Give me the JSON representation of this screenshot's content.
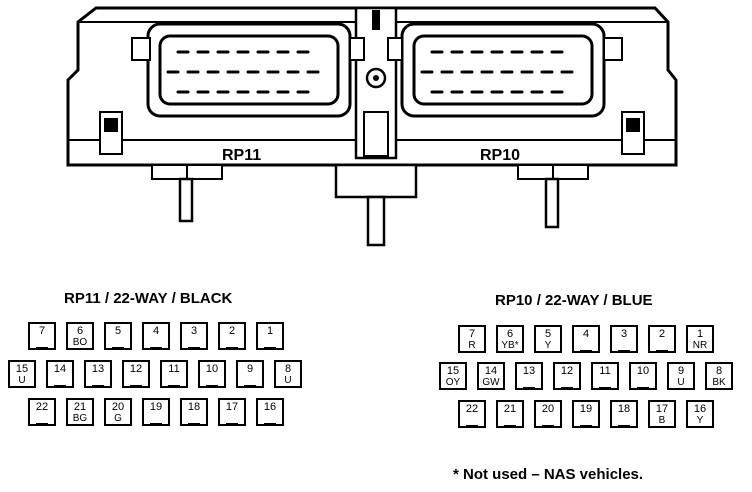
{
  "ecu": {
    "left_label": "RP11",
    "right_label": "RP10"
  },
  "connectors": [
    {
      "id": "rp11",
      "title": "RP11 / 22-WAY / BLACK",
      "rows": [
        [
          {
            "pin": "7",
            "code": ""
          },
          {
            "pin": "6",
            "code": "BO"
          },
          {
            "pin": "5",
            "code": ""
          },
          {
            "pin": "4",
            "code": ""
          },
          {
            "pin": "3",
            "code": ""
          },
          {
            "pin": "2",
            "code": ""
          },
          {
            "pin": "1",
            "code": ""
          }
        ],
        [
          {
            "pin": "15",
            "code": "U"
          },
          {
            "pin": "14",
            "code": ""
          },
          {
            "pin": "13",
            "code": ""
          },
          {
            "pin": "12",
            "code": ""
          },
          {
            "pin": "11",
            "code": ""
          },
          {
            "pin": "10",
            "code": ""
          },
          {
            "pin": "9",
            "code": ""
          },
          {
            "pin": "8",
            "code": "U"
          }
        ],
        [
          {
            "pin": "22",
            "code": ""
          },
          {
            "pin": "21",
            "code": "BG"
          },
          {
            "pin": "20",
            "code": "G"
          },
          {
            "pin": "19",
            "code": ""
          },
          {
            "pin": "18",
            "code": ""
          },
          {
            "pin": "17",
            "code": ""
          },
          {
            "pin": "16",
            "code": ""
          }
        ]
      ]
    },
    {
      "id": "rp10",
      "title": "RP10 / 22-WAY / BLUE",
      "rows": [
        [
          {
            "pin": "7",
            "code": "R"
          },
          {
            "pin": "6",
            "code": "YB*"
          },
          {
            "pin": "5",
            "code": "Y"
          },
          {
            "pin": "4",
            "code": ""
          },
          {
            "pin": "3",
            "code": ""
          },
          {
            "pin": "2",
            "code": ""
          },
          {
            "pin": "1",
            "code": "NR"
          }
        ],
        [
          {
            "pin": "15",
            "code": "OY"
          },
          {
            "pin": "14",
            "code": "GW"
          },
          {
            "pin": "13",
            "code": ""
          },
          {
            "pin": "12",
            "code": ""
          },
          {
            "pin": "11",
            "code": ""
          },
          {
            "pin": "10",
            "code": ""
          },
          {
            "pin": "9",
            "code": "U"
          },
          {
            "pin": "8",
            "code": "BK"
          }
        ],
        [
          {
            "pin": "22",
            "code": ""
          },
          {
            "pin": "21",
            "code": ""
          },
          {
            "pin": "20",
            "code": ""
          },
          {
            "pin": "19",
            "code": ""
          },
          {
            "pin": "18",
            "code": ""
          },
          {
            "pin": "17",
            "code": "B"
          },
          {
            "pin": "16",
            "code": "Y"
          }
        ]
      ]
    }
  ],
  "footnote": "* Not used – NAS vehicles."
}
